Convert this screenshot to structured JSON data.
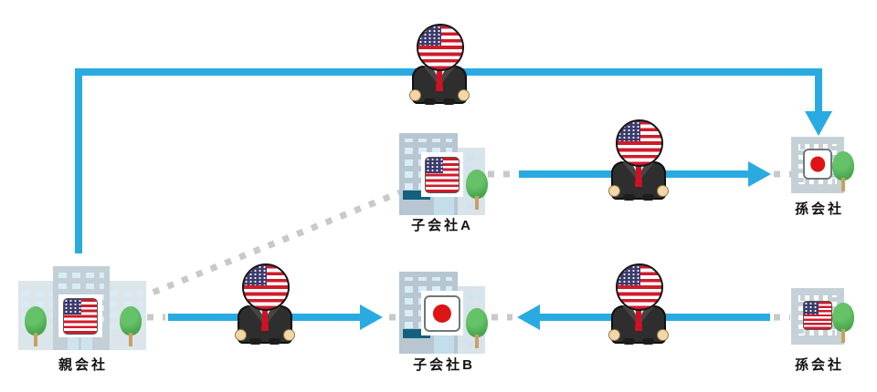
{
  "diagram": {
    "title": "corporate-structure-dispatch-diagram",
    "colors": {
      "arrow_blue": "#29ABE2",
      "dotted_gray": "#C9C9C9",
      "label_text": "#111111",
      "japan_flag_red": "#DD1414",
      "us_flag_red": "#CF1B2B",
      "us_flag_navy": "#3C3B6E"
    },
    "nodes": {
      "parent": {
        "label": "親会社",
        "flag": "us",
        "building": "headquarters"
      },
      "subsidiary_a": {
        "label": "子会社A",
        "flag": "us",
        "building": "office"
      },
      "subsidiary_b": {
        "label": "子会社B",
        "flag": "japan",
        "building": "office"
      },
      "grandchild_top": {
        "label": "孫会社",
        "flag": "japan",
        "building": "stamp"
      },
      "grandchild_bottom": {
        "label": "孫会社",
        "flag": "us",
        "building": "stamp"
      }
    },
    "persons": [
      {
        "id": "person-top",
        "flag": "us"
      },
      {
        "id": "person-middle",
        "flag": "us"
      },
      {
        "id": "person-bottom-left",
        "flag": "us"
      },
      {
        "id": "person-bottom-right",
        "flag": "us"
      }
    ],
    "links": [
      {
        "from": "parent",
        "to": "grandchild_top",
        "style": "solid-blue-arrow",
        "via": "person-top"
      },
      {
        "from": "subsidiary_a",
        "to": "grandchild_top",
        "style": "solid-blue-arrow",
        "via": "person-middle"
      },
      {
        "from": "parent",
        "to": "subsidiary_b",
        "style": "solid-blue-arrow",
        "via": "person-bottom-left"
      },
      {
        "from": "grandchild_bottom",
        "to": "subsidiary_b",
        "style": "solid-blue-arrow",
        "via": "person-bottom-right"
      },
      {
        "from": "parent",
        "to": "subsidiary_a",
        "style": "dotted-gray-line"
      }
    ]
  }
}
